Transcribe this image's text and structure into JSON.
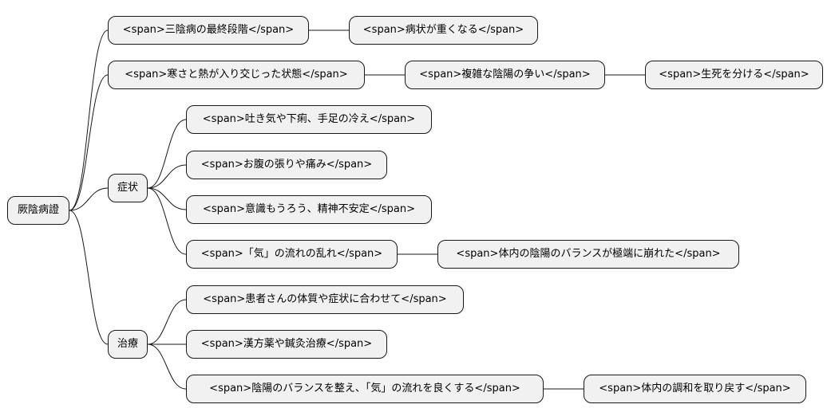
{
  "mindmap": {
    "root": {
      "label": "厥陰病證"
    },
    "branches": [
      {
        "label": "<span>三陰病の最終段階</span>",
        "children": [
          {
            "label": "<span>病状が重くなる</span>"
          }
        ]
      },
      {
        "label": "<span>寒さと熱が入り交じった状態</span>",
        "children": [
          {
            "label": "<span>複雑な陰陽の争い</span>",
            "children": [
              {
                "label": "<span>生死を分ける</span>"
              }
            ]
          }
        ]
      },
      {
        "label": "症状",
        "children": [
          {
            "label": "<span>吐き気や下痢、手足の冷え</span>"
          },
          {
            "label": "<span>お腹の張りや痛み</span>"
          },
          {
            "label": "<span>意識もうろう、精神不安定</span>"
          },
          {
            "label": "<span>「気」の流れの乱れ</span>",
            "children": [
              {
                "label": "<span>体内の陰陽のバランスが極端に崩れた</span>"
              }
            ]
          }
        ]
      },
      {
        "label": "治療",
        "children": [
          {
            "label": "<span>患者さんの体質や症状に合わせて</span>"
          },
          {
            "label": "<span>漢方薬や鍼灸治療</span>"
          },
          {
            "label": "<span>陰陽のバランスを整え、「気」の流れを良くする</span>",
            "children": [
              {
                "label": "<span>体内の調和を取り戻す</span>"
              }
            ]
          }
        ]
      }
    ]
  }
}
